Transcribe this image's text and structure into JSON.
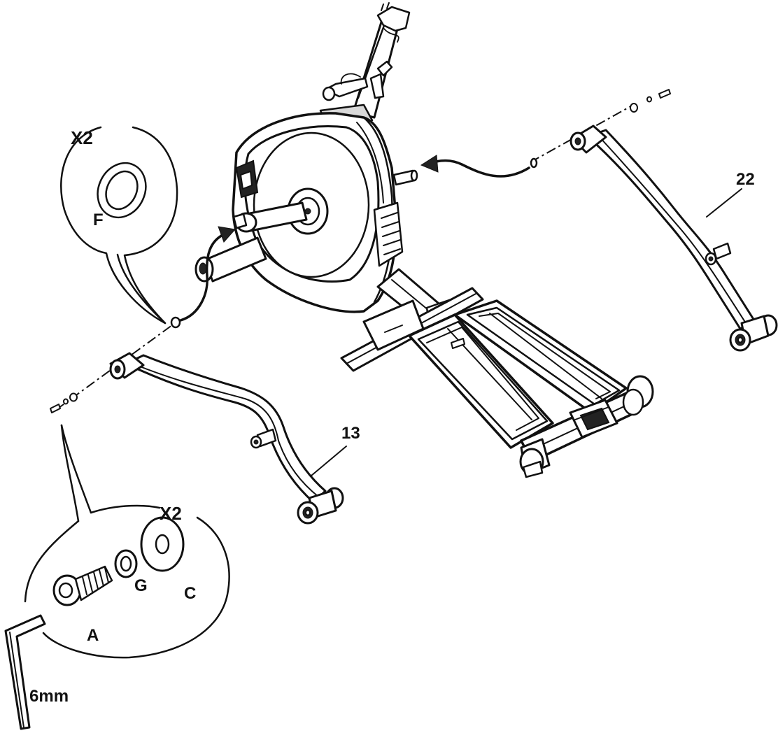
{
  "labels": {
    "qty_top": "X2",
    "part_f": "F",
    "part_22": "22",
    "part_13": "13",
    "qty_bottom": "X2",
    "part_a": "A",
    "part_g": "G",
    "part_c": "C",
    "tool_size": "6mm"
  },
  "colors": {
    "ink": "#111111",
    "shade": "#d9d9d9",
    "paper": "#ffffff"
  }
}
